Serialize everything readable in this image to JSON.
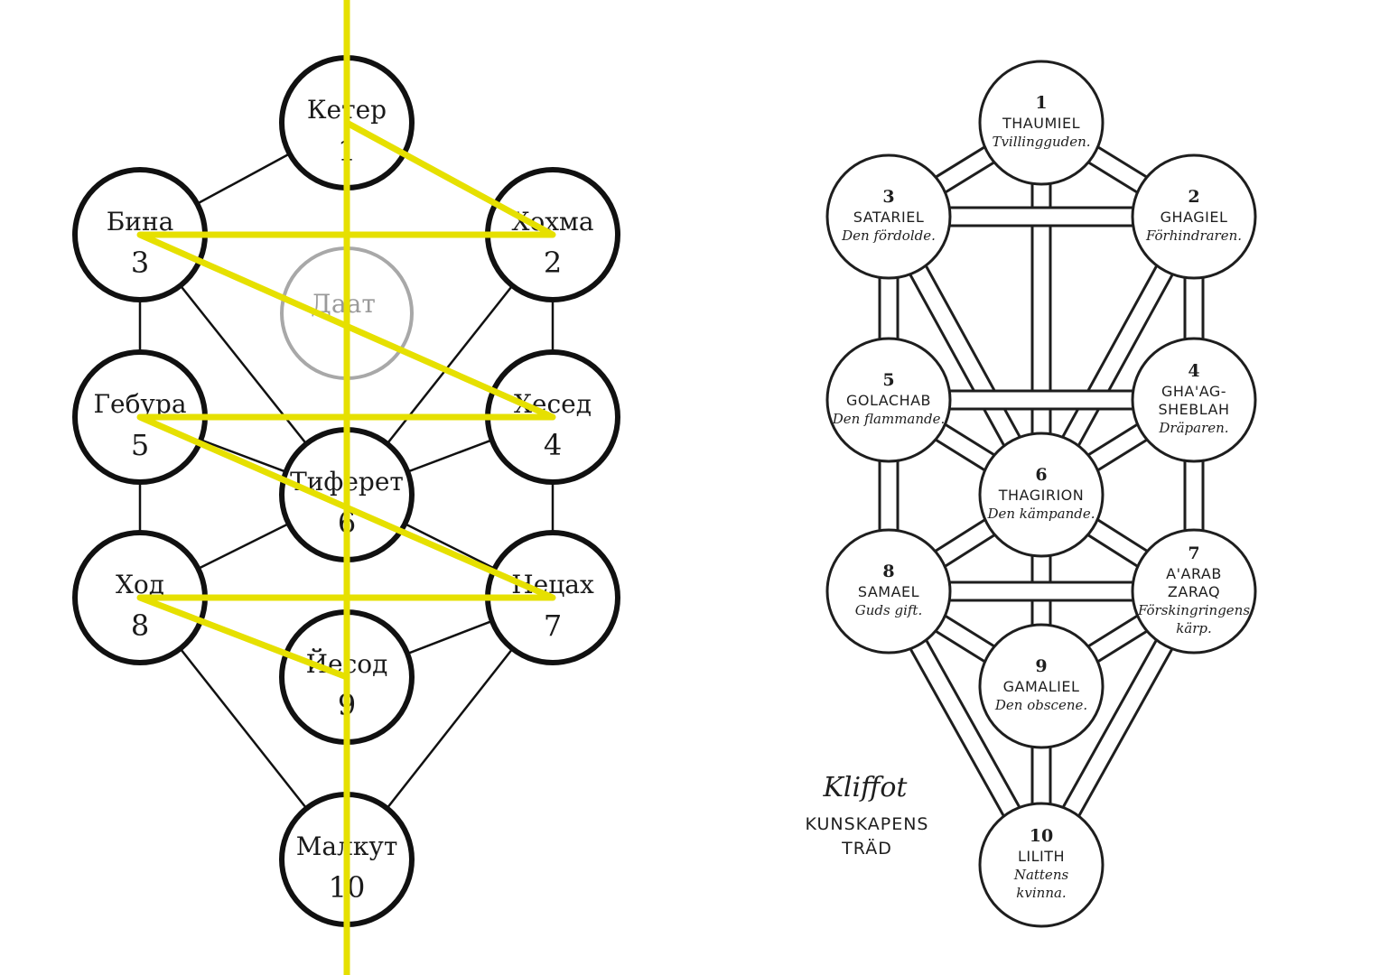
{
  "colors": {
    "background": "#ffffff",
    "stroke": "#111111",
    "highlight": "#e6e000",
    "daat": "#a8a8a8"
  },
  "left_tree": {
    "sefirot": [
      {
        "name": "Кетер",
        "number": "1"
      },
      {
        "name": "Хохма",
        "number": "2"
      },
      {
        "name": "Бина",
        "number": "3"
      },
      {
        "name": "Хесед",
        "number": "4"
      },
      {
        "name": "Гебура",
        "number": "5"
      },
      {
        "name": "Тиферет",
        "number": "6"
      },
      {
        "name": "Нецах",
        "number": "7"
      },
      {
        "name": "Ход",
        "number": "8"
      },
      {
        "name": "Йесод",
        "number": "9"
      },
      {
        "name": "Малкут",
        "number": "10"
      }
    ],
    "daat": "Даат"
  },
  "right_tree": {
    "qliphoth": [
      {
        "number": "1",
        "name": [
          "THAUMIEL"
        ],
        "desc": [
          "Tvillingguden."
        ]
      },
      {
        "number": "2",
        "name": [
          "GHAGIEL"
        ],
        "desc": [
          "Förhindraren."
        ]
      },
      {
        "number": "3",
        "name": [
          "SATARIEL"
        ],
        "desc": [
          "Den fördolde."
        ]
      },
      {
        "number": "4",
        "name": [
          "GHA'AG-",
          "SHEBLAH"
        ],
        "desc": [
          "Dräparen."
        ]
      },
      {
        "number": "5",
        "name": [
          "GOLACHAB"
        ],
        "desc": [
          "Den flammande."
        ]
      },
      {
        "number": "6",
        "name": [
          "THAGIRION"
        ],
        "desc": [
          "Den kämpande."
        ]
      },
      {
        "number": "7",
        "name": [
          "A'ARAB",
          "ZARAQ"
        ],
        "desc": [
          "Förskingringens",
          "kärp."
        ]
      },
      {
        "number": "8",
        "name": [
          "SAMAEL"
        ],
        "desc": [
          "Guds gift."
        ]
      },
      {
        "number": "9",
        "name": [
          "GAMALIEL"
        ],
        "desc": [
          "Den obscene."
        ]
      },
      {
        "number": "10",
        "name": [
          "LILITH"
        ],
        "desc": [
          "Nattens",
          "kvinna."
        ]
      }
    ],
    "title": "Kliffot",
    "subtitle": [
      "KUNSKAPENS",
      "TRÄD"
    ]
  }
}
